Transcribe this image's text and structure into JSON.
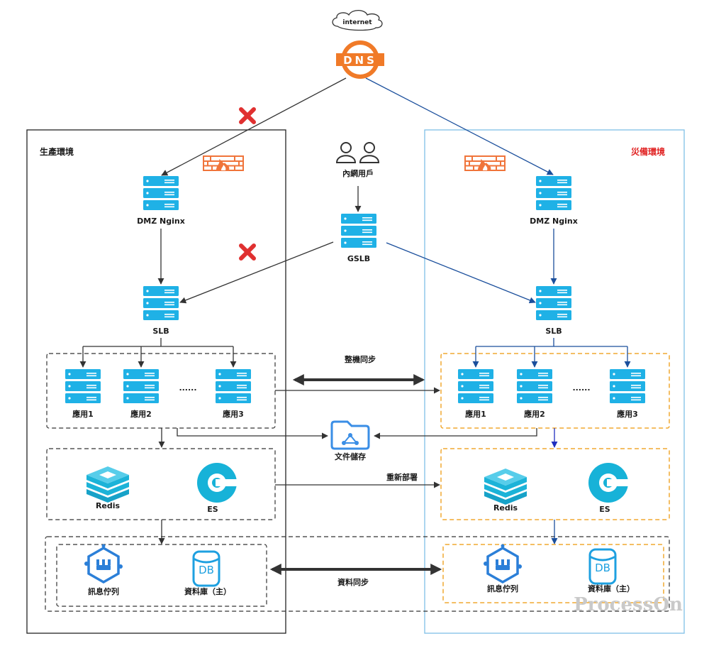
{
  "top": {
    "internet": "internet",
    "dns": "DNS"
  },
  "prod": {
    "title": "生產環境",
    "nginx": "DMZ Nginx",
    "slb": "SLB",
    "app1": "應用1",
    "app2": "應用2",
    "app3": "應用3",
    "ellipsis": "......",
    "redis": "Redis",
    "es": "ES",
    "mq": "訊息佇列",
    "db": "資料庫（主）",
    "db_icon": "DB"
  },
  "dr": {
    "title": "災備環境",
    "nginx": "DMZ Nginx",
    "slb": "SLB",
    "app1": "應用1",
    "app2": "應用2",
    "app3": "應用3",
    "ellipsis": "......",
    "redis": "Redis",
    "es": "ES",
    "mq": "訊息佇列",
    "db": "資料庫（主）",
    "db_icon": "DB"
  },
  "center": {
    "users": "內網用戶",
    "gslb": "GSLB",
    "machine_sync": "整機同步",
    "file_storage": "文件儲存",
    "redeploy": "重新部署",
    "data_sync": "資料同步"
  },
  "watermark": "ProcessOn",
  "colors": {
    "server": "#1fb1e6",
    "server_dark": "#0f8fc6",
    "arrow_dark": "#333333",
    "arrow_blue": "#1b4f9c",
    "arrow_cobalt": "#1f2fbf",
    "dr_border": "#7fbfe6",
    "dr_dashed": "#f0a830",
    "dr_title": "#e02020",
    "firewall": "#f0743a",
    "dns": "#f07a28",
    "fail_mark": "#e03030",
    "folder": "#3a8ee6",
    "mq": "#2b7fd8",
    "db": "#1ea0e0",
    "es": "#17b2d8",
    "redis": "#1cb3d8"
  }
}
